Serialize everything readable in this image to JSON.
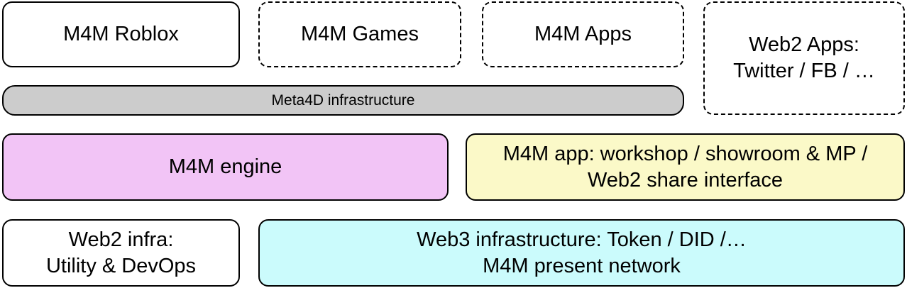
{
  "colors": {
    "white": "#ffffff",
    "meta4d_gray": "#cccccc",
    "engine_pink": "#f2c4f6",
    "app_yellow": "#fbf9c8",
    "web3_cyan": "#cbfbfc",
    "border": "#000000"
  },
  "boxes": {
    "m4m_roblox": {
      "lines": [
        "M4M Roblox"
      ],
      "style": "solid"
    },
    "m4m_games": {
      "lines": [
        "M4M Games"
      ],
      "style": "dashed"
    },
    "m4m_apps": {
      "lines": [
        "M4M Apps"
      ],
      "style": "dashed"
    },
    "web2_apps": {
      "lines": [
        "Web2 Apps:",
        "Twitter / FB / …"
      ],
      "style": "dashed"
    },
    "meta4d_infra": {
      "lines": [
        "Meta4D infrastructure"
      ],
      "style": "solid"
    },
    "m4m_engine": {
      "lines": [
        "M4M engine"
      ],
      "style": "solid"
    },
    "m4m_app": {
      "lines": [
        "M4M app: workshop / showroom & MP /",
        "Web2 share interface"
      ],
      "style": "solid"
    },
    "web2_infra": {
      "lines": [
        "Web2 infra:",
        "Utility & DevOps"
      ],
      "style": "solid"
    },
    "web3_infra": {
      "lines": [
        "Web3 infrastructure: Token / DID /…",
        "M4M present network"
      ],
      "style": "solid"
    }
  }
}
